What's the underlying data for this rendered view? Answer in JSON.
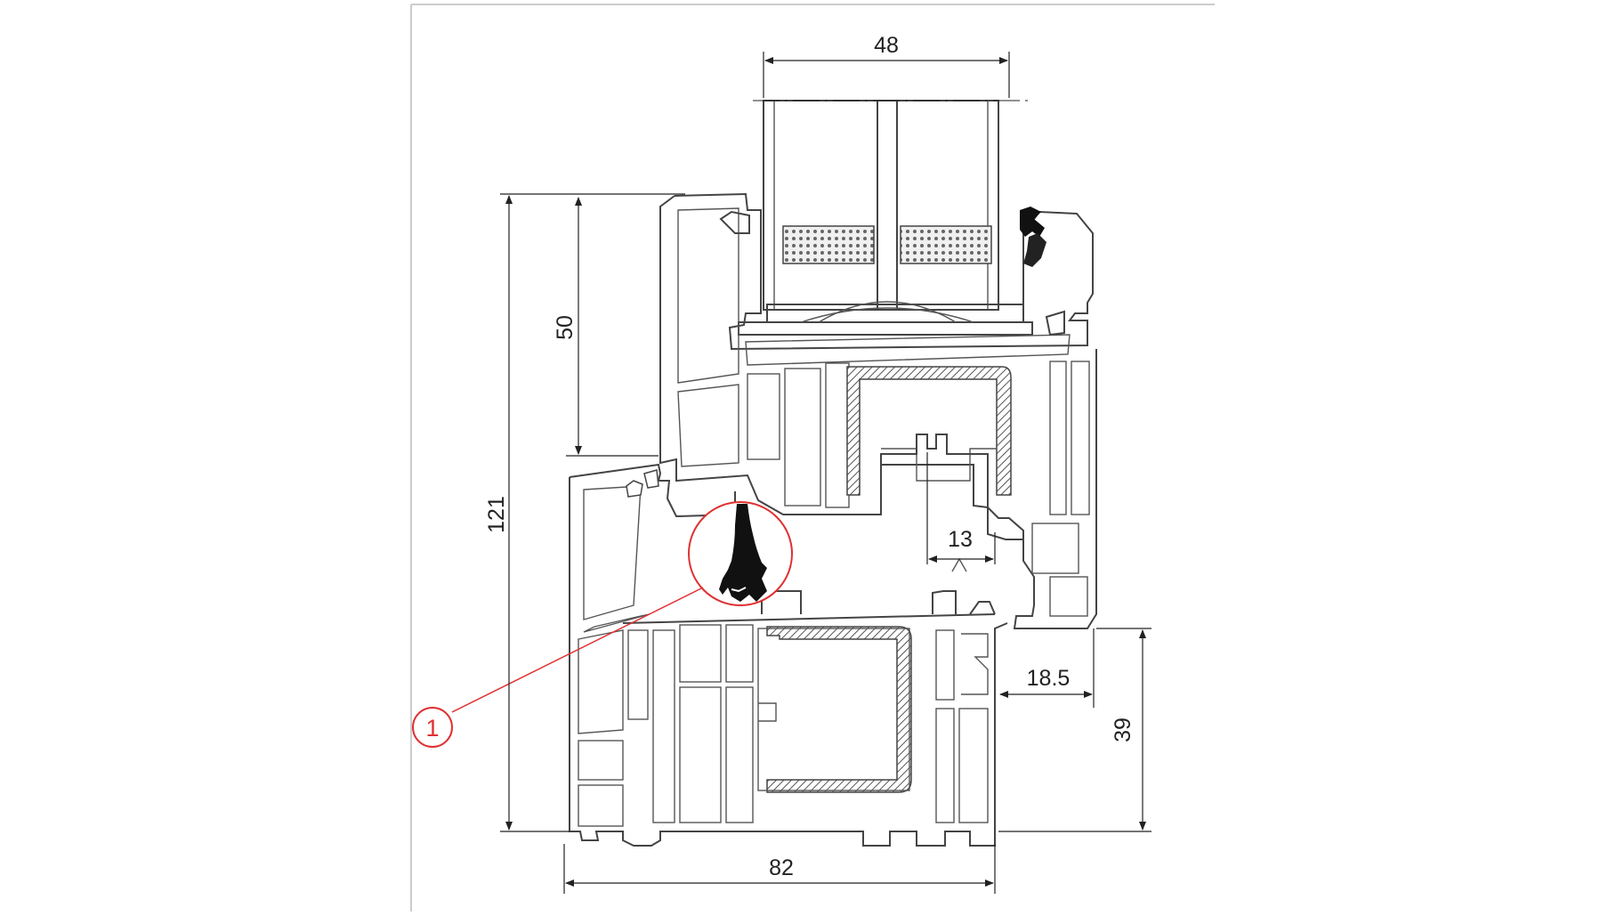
{
  "diagram": {
    "dimensions": {
      "glass_width": "48",
      "frame_height": "121",
      "sash_height": "50",
      "gap_13": "13",
      "overlap_18_5": "18.5",
      "frame_39": "39",
      "frame_depth": "82"
    },
    "callout": {
      "label": "1",
      "color": "#e03030"
    },
    "colors": {
      "profile": "#444444",
      "gasket": "#111111"
    }
  }
}
